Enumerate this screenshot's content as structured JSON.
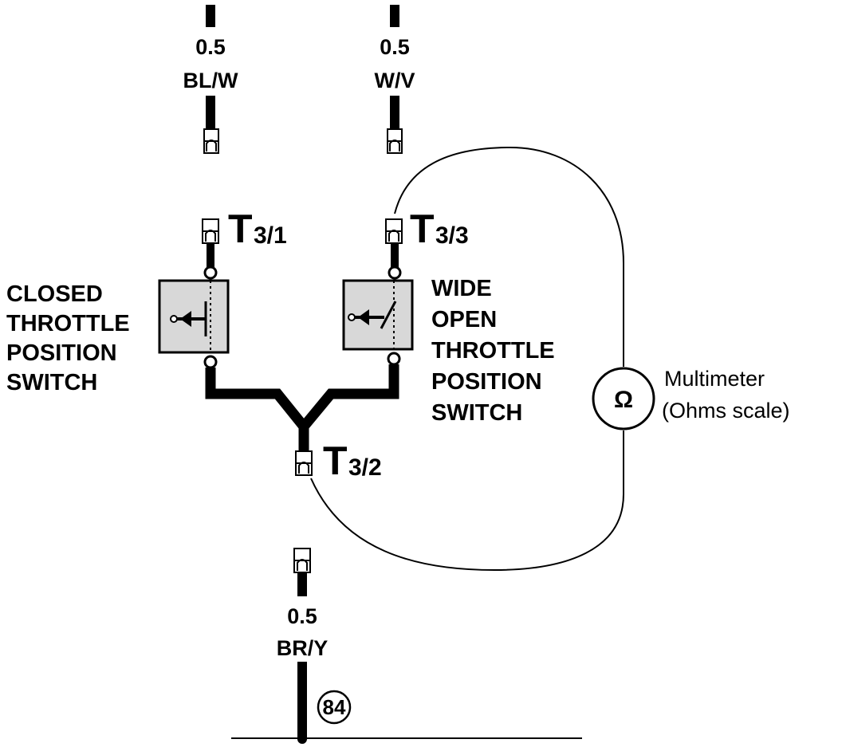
{
  "wires": {
    "top_left": {
      "size": "0.5",
      "color": "BL/W"
    },
    "top_right": {
      "size": "0.5",
      "color": "W/V"
    },
    "bottom": {
      "size": "0.5",
      "color": "BR/Y"
    }
  },
  "terminals": {
    "t31": {
      "letter": "T",
      "sub": "3/1"
    },
    "t33": {
      "letter": "T",
      "sub": "3/3"
    },
    "t32": {
      "letter": "T",
      "sub": "3/2"
    }
  },
  "closed_switch": {
    "lines": [
      "CLOSED",
      "THROTTLE",
      "POSITION",
      "SWITCH"
    ]
  },
  "wide_switch": {
    "lines": [
      "WIDE",
      "OPEN",
      "THROTTLE",
      "POSITION",
      "SWITCH"
    ]
  },
  "multimeter": {
    "symbol": "Ω",
    "label_line1": "Multimeter",
    "label_line2": "(Ohms scale)"
  },
  "ground": {
    "number": "84"
  },
  "colors": {
    "ink": "#000000",
    "switch_fill": "#d8d8d8"
  }
}
